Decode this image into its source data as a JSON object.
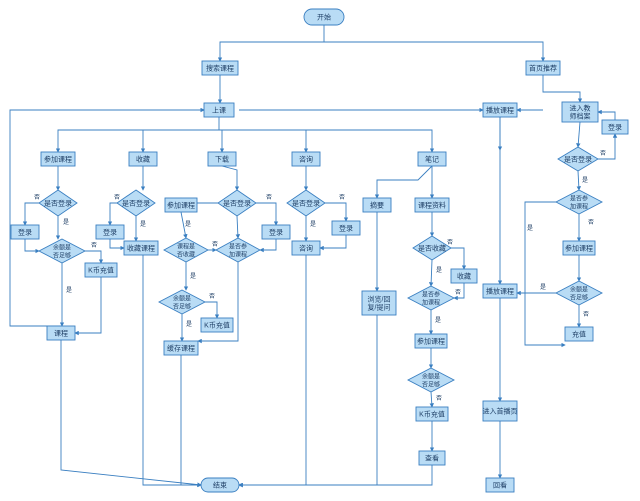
{
  "diagram": {
    "colors": {
      "fill": "#b9dcf5",
      "stroke": "#3a7fc1",
      "line": "#3a7fc1",
      "text": "#1f3f66"
    },
    "nodes": {
      "start": "开始",
      "search_course": "搜索课程",
      "home_recommend": "首页推荐",
      "listen": "上课",
      "join_course": "参加课程",
      "collect": "收藏",
      "download": "下载",
      "consult": "咨询",
      "notes": "笔记",
      "login_check_1": "是否登录",
      "login_check_2": "是否登录",
      "login_check_3": "是否登录",
      "login_check_4": "是否登录",
      "login_1": "登录",
      "login_2": "登录",
      "login_3": "登录",
      "login_4": "登录",
      "balance_check_1": "余额是否足够",
      "k_recharge_1": "K币充值",
      "attend_1": "课程",
      "collect_course": "收藏课程",
      "join_course_2": "参加课程",
      "course_collected_check": "课程是否收藏",
      "joined_check": "是否参加课程",
      "balance_check_2": "余额是否足够",
      "k_recharge_2": "K币充值",
      "cache_course": "缓存课程",
      "consult_action": "咨询",
      "excerpt": "摘要",
      "course_material": "课程资料",
      "browse": "浏览/回复/提问",
      "follow_check": "是否收藏",
      "collect_2": "收藏",
      "joined_check_2": "是否参加课程",
      "join_course_3": "参加课程",
      "balance_check_3": "余额是否足够",
      "k_recharge_3": "K币充值",
      "view": "查看",
      "end": "结束",
      "playing_course": "播放课程",
      "playing_course_2": "播放课程",
      "enter_teacher": "进入教师档案",
      "login_check_5": "是否登录",
      "login_5": "登录",
      "joined_check_3": "是否参加课程",
      "join_course_4": "参加课程",
      "balance_check_4": "余额是否足够",
      "recharge_4": "充值",
      "enter_homepage": "进入首播页",
      "replay": "回看"
    },
    "edge_labels": {
      "yes": "是",
      "no": "否"
    }
  }
}
